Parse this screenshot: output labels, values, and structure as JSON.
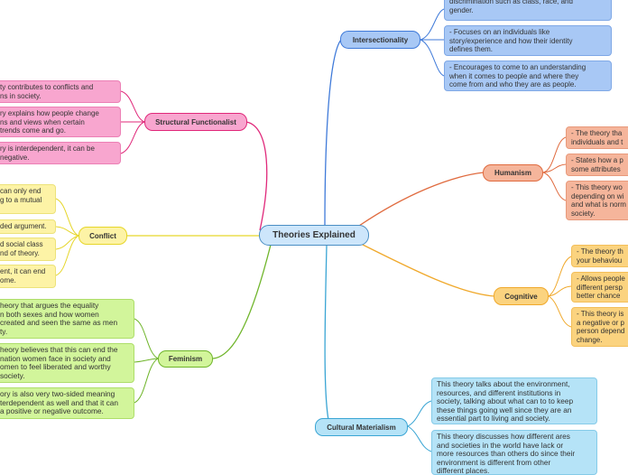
{
  "central": {
    "label": "Theories Explained"
  },
  "branches": {
    "intersectionality": {
      "label": "Intersectionality",
      "color": "#3f7ad9",
      "leaves": [
        "discrimination such as class, race, and\ngender.",
        "- Focuses on an individuals like\nstory/experience and how their identity\ndefines them.",
        "- Encourages to come to an understanding\nwhen it comes to people and where they\ncome from and who they are as people."
      ]
    },
    "humanism": {
      "label": "Humanism",
      "color": "#e06b3f",
      "leaves": [
        "- The theory tha\nindividuals and t",
        "- States how a p\nsome attributes",
        "- This theory wo\ndepending on wi\nand what is norm\nsociety."
      ]
    },
    "cognitive": {
      "label": "Cognitive",
      "color": "#f0a92c",
      "leaves": [
        "- The theory th\nyour behaviou",
        "- Allows people\ndifferent persp\nbetter chance",
        "- This theory is\na negative or p\nperson depend\nchange."
      ]
    },
    "cultural_materialism": {
      "label": "Cultural Materialism",
      "color": "#3aa5d4",
      "leaves": [
        "This theory talks about the environment,\nresources, and different institutions in\nsociety, talking about what can to to keep\nthese things going well since they are an\nessential part to living and society.",
        "This theory discusses how different ares\nand societies in the world have lack or\nmore resources than others do since their\nenvironment is different from other\ndifferent places."
      ]
    },
    "structural_functionalist": {
      "label": "Structural Functionalist",
      "color": "#e0287a",
      "leaves": [
        "ty contributes to conflicts and\nns in society.",
        "ry explains how people change\nns and views when certain\ntrends come and go.",
        "ry is interdependent, it can be\nnegative."
      ]
    },
    "conflict": {
      "label": "Conflict",
      "color": "#e6d62a",
      "leaves": [
        "can only end\ng to a mutual",
        "ded argument.",
        "d social class\nnd of theory.",
        "ent, it can end\nome."
      ]
    },
    "feminism": {
      "label": "Feminism",
      "color": "#6fb52a",
      "leaves": [
        "heory that argues the equality\nn both sexes and how women\ncreated and seen the same as men\nty.",
        "heory believes that this can end the\nnation women face in society and\nomen to feel liberated and worthy\nsociety.",
        "ory is also very two-sided meaning\nterdependent as well and that it can\na positive or negative outcome."
      ]
    }
  }
}
